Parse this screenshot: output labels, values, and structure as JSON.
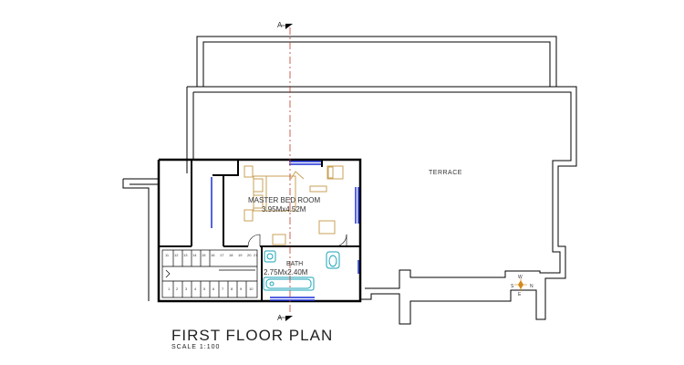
{
  "drawing": {
    "title": "FIRST FLOOR PLAN",
    "scale": "SCALE 1:100"
  },
  "rooms": {
    "terrace": "TERRACE",
    "master_bed": {
      "name": "MASTER BED ROOM",
      "size": "3.95Mx4.52M"
    },
    "bath": {
      "name": "BATH",
      "size": "2.75Mx2.40M"
    }
  },
  "section_marker": {
    "top": "A",
    "bottom": "A"
  },
  "compass": {
    "n": "N",
    "s": "S",
    "e": "E",
    "w": "W"
  },
  "stair_numbers": [
    "1",
    "2",
    "3",
    "4",
    "5",
    "6",
    "7",
    "8",
    "9",
    "10",
    "11",
    "12",
    "13",
    "14",
    "15",
    "16",
    "17",
    "18",
    "19",
    "20",
    "21"
  ],
  "colors": {
    "wall": "#000000",
    "window": "#1a2fd6",
    "furniture": "#c9a257",
    "fixture": "#1aa3b8",
    "section_line": "#c0392b",
    "compass": "#d68a1a"
  }
}
